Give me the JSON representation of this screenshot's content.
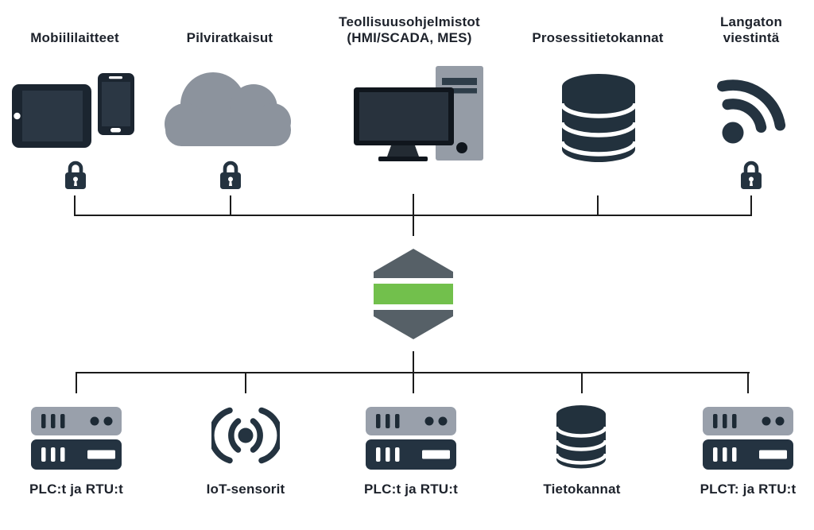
{
  "colors": {
    "icon_dark": "#243340",
    "icon_near_black": "#10161d",
    "screen_dark": "#2b3744",
    "gray": "#8c939d",
    "tower_gray": "#959ca6",
    "server_gray": "#99a0ab",
    "hexagon_gray": "#566067",
    "hexagon_green": "#72c04c",
    "line": "#1b1b1b",
    "text": "#1d222b"
  },
  "firewall": {
    "icon": "firewall-hexagon-icon"
  },
  "top_items": [
    {
      "icon": "tablet-and-phone-icon",
      "label": "Mobiililaitteet",
      "secured": true
    },
    {
      "icon": "cloud-icon",
      "label": "Pilviratkaisut",
      "secured": true
    },
    {
      "icon": "desktop-computer-icon",
      "label_line1": "Teollisuusohjelmistot",
      "label_line2": "(HMI/SCADA, MES)",
      "secured": false
    },
    {
      "icon": "database-icon",
      "label": "Prosessitietokannat",
      "secured": false
    },
    {
      "icon": "wireless-signal-icon",
      "label_line1": "Langaton",
      "label_line2": "viestintä",
      "secured": true
    }
  ],
  "bottom_items": [
    {
      "icon": "server-rack-icon",
      "label": "PLC:t ja RTU:t"
    },
    {
      "icon": "iot-sensor-icon",
      "label": "IoT-sensorit"
    },
    {
      "icon": "server-rack-icon",
      "label": "PLC:t ja RTU:t"
    },
    {
      "icon": "database-icon",
      "label": "Tietokannat"
    },
    {
      "icon": "server-rack-icon",
      "label": "PLCT: ja RTU:t"
    }
  ]
}
